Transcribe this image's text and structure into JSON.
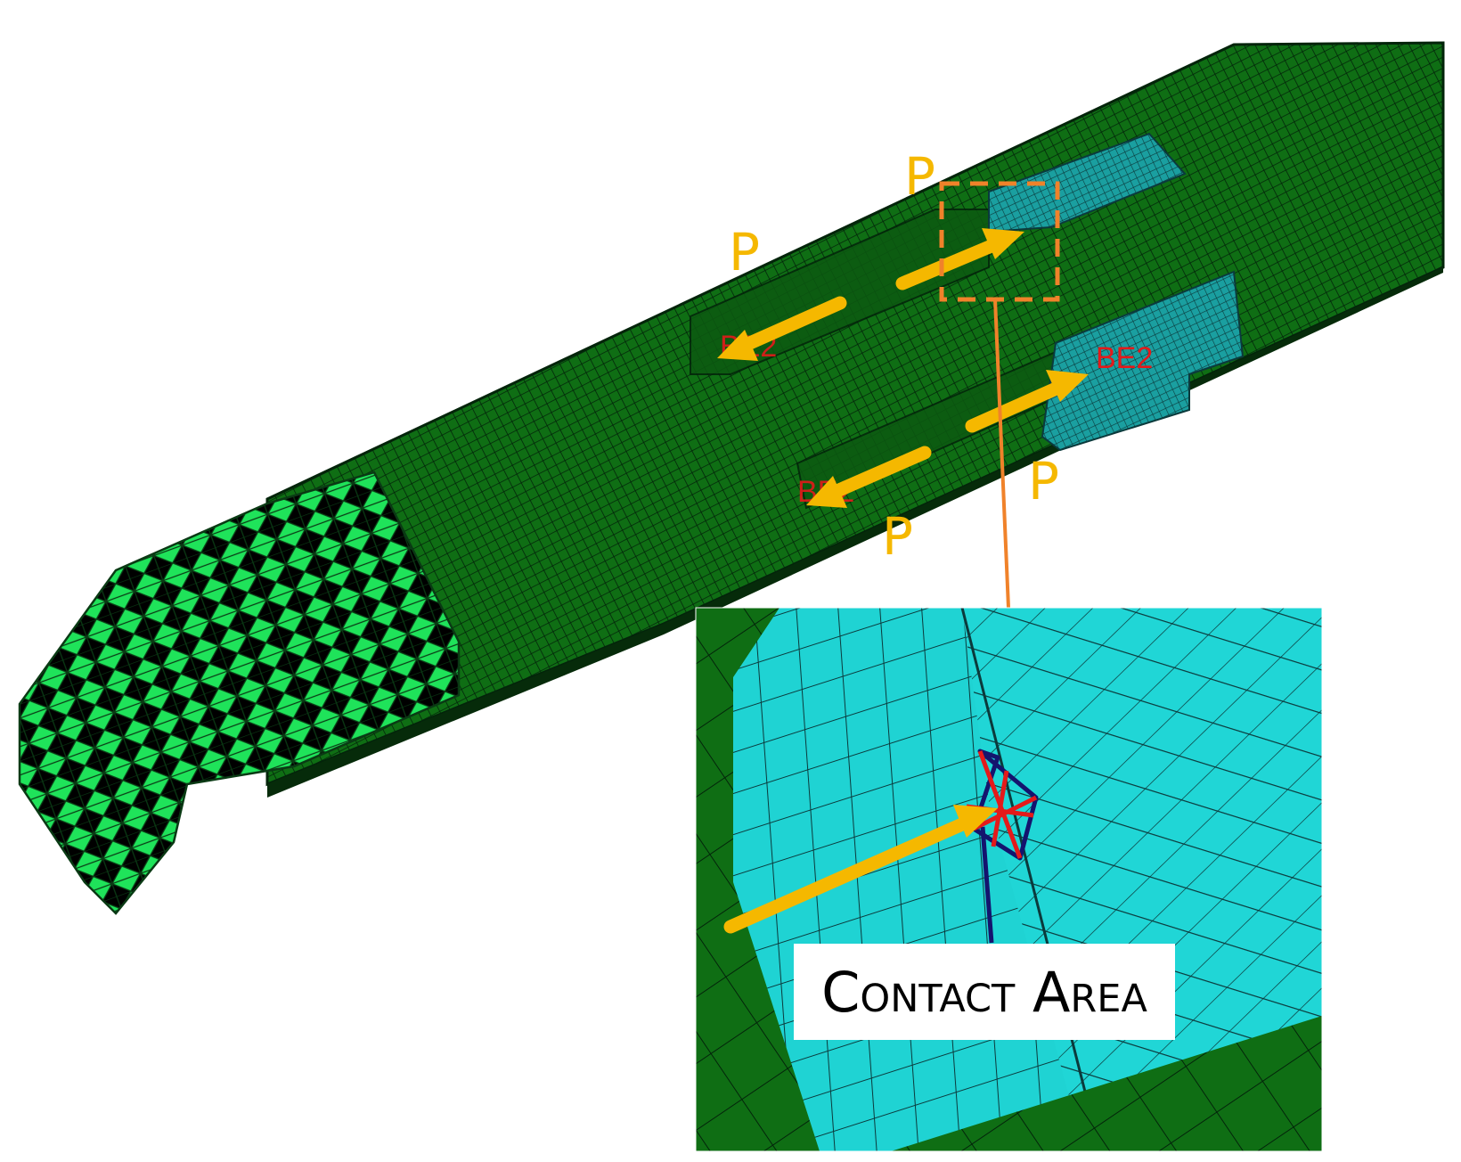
{
  "load_labels": {
    "top_right": "P",
    "top_left": "P",
    "lower_right": "P",
    "lower_left": "P"
  },
  "element_tags": {
    "upper_slot": "BE2",
    "right_block": "BE2",
    "lower_slot": "BE2"
  },
  "callout": {
    "label": "Contact Area"
  },
  "colors": {
    "pipe_hex_mesh": "#0f6e14",
    "pipe_tet_mesh": "#1fe35a",
    "block_mesh": "#1fc9c9",
    "arrow": "#f5b800",
    "leader": "#f0822a",
    "contact_element_outline": "#14146e",
    "contact_element_spokes": "#e41a1a"
  }
}
